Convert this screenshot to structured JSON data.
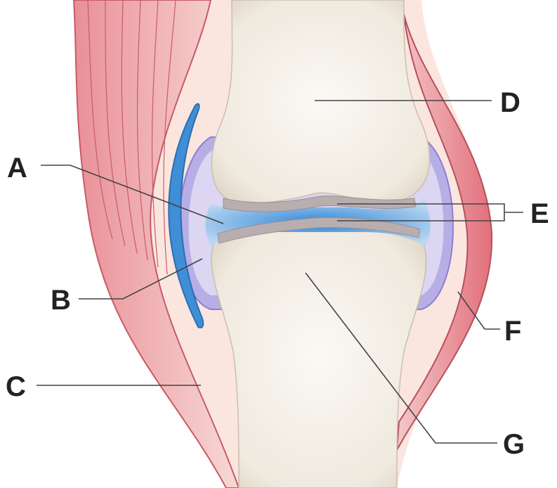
{
  "labels": {
    "a": "A",
    "b": "B",
    "c": "C",
    "d": "D",
    "e": "E",
    "f": "F",
    "g": "G"
  },
  "colors": {
    "bone": "#f1ede4",
    "bone_shadow": "#d9d0c0",
    "cartilage": "#bdb3b5",
    "synovial_fluid": "#3d8fd8",
    "capsule": "#a9a0dc",
    "muscle": "#e07b86",
    "muscle_light": "#f6d2d2",
    "tissue": "#fbe3dc"
  }
}
